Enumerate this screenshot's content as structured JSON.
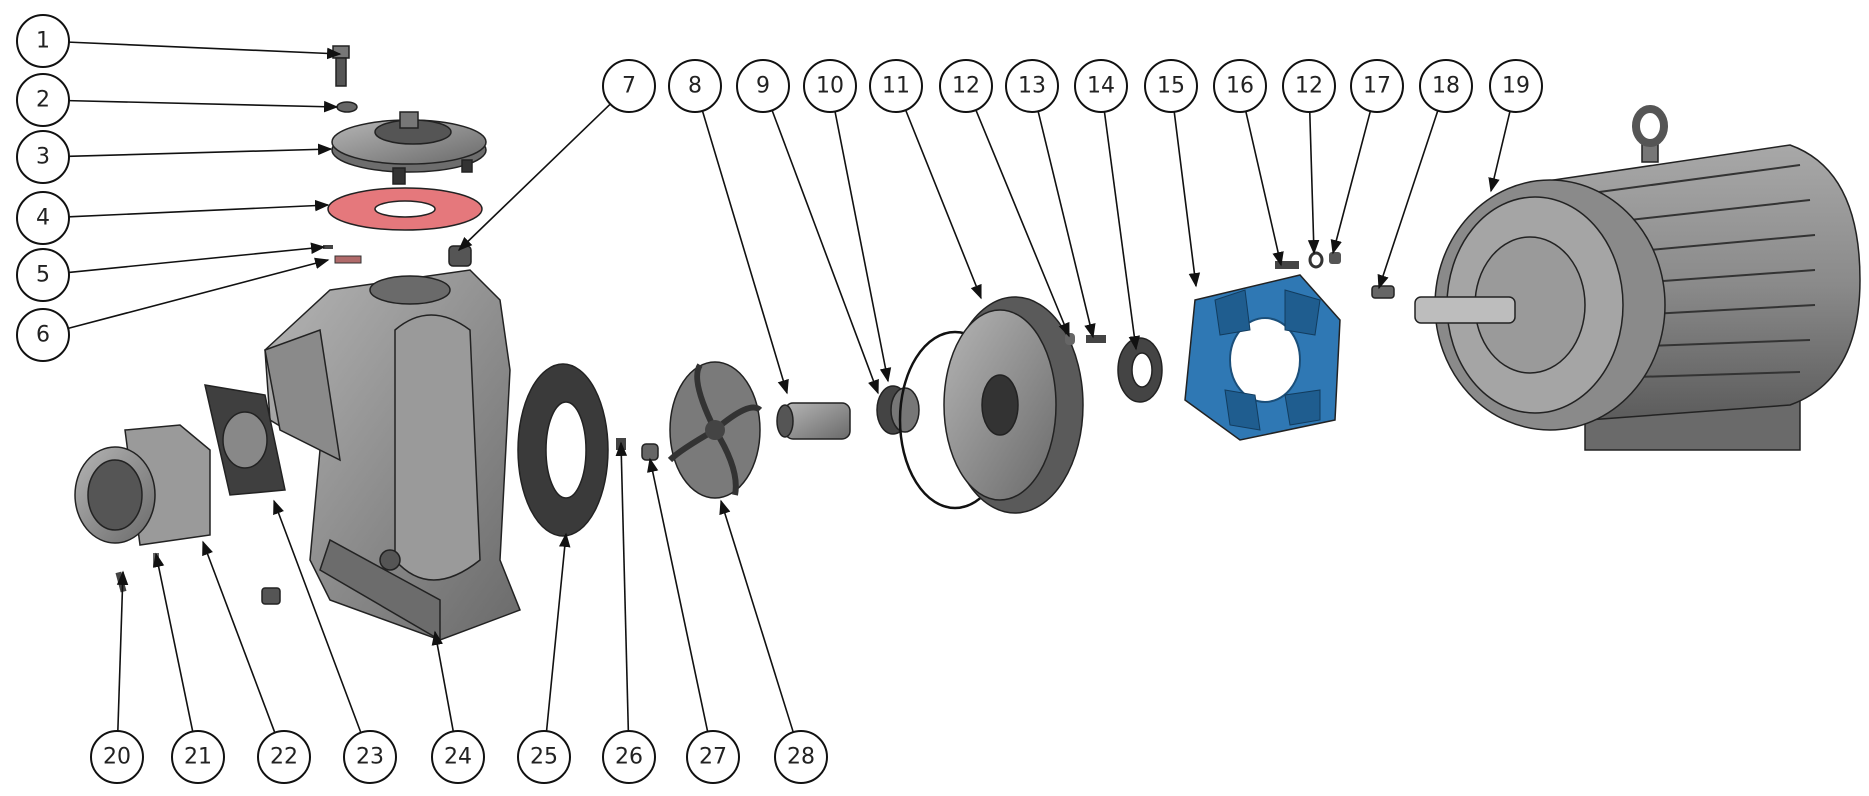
{
  "diagram": {
    "type": "exploded-parts-view",
    "colors": {
      "metal": "#8f8f8f",
      "metal_dark": "#5e5e5e",
      "gasket": "#e5787c",
      "coupling": "#2f78b4",
      "line": "#111111"
    },
    "callouts": [
      {
        "label": "1"
      },
      {
        "label": "2"
      },
      {
        "label": "3"
      },
      {
        "label": "4"
      },
      {
        "label": "5"
      },
      {
        "label": "6"
      },
      {
        "label": "7"
      },
      {
        "label": "8"
      },
      {
        "label": "9"
      },
      {
        "label": "10"
      },
      {
        "label": "11"
      },
      {
        "label": "12"
      },
      {
        "label": "13"
      },
      {
        "label": "14"
      },
      {
        "label": "15"
      },
      {
        "label": "16"
      },
      {
        "label": "12"
      },
      {
        "label": "17"
      },
      {
        "label": "18"
      },
      {
        "label": "19"
      },
      {
        "label": "20"
      },
      {
        "label": "21"
      },
      {
        "label": "22"
      },
      {
        "label": "23"
      },
      {
        "label": "24"
      },
      {
        "label": "25"
      },
      {
        "label": "26"
      },
      {
        "label": "27"
      },
      {
        "label": "28"
      }
    ]
  }
}
